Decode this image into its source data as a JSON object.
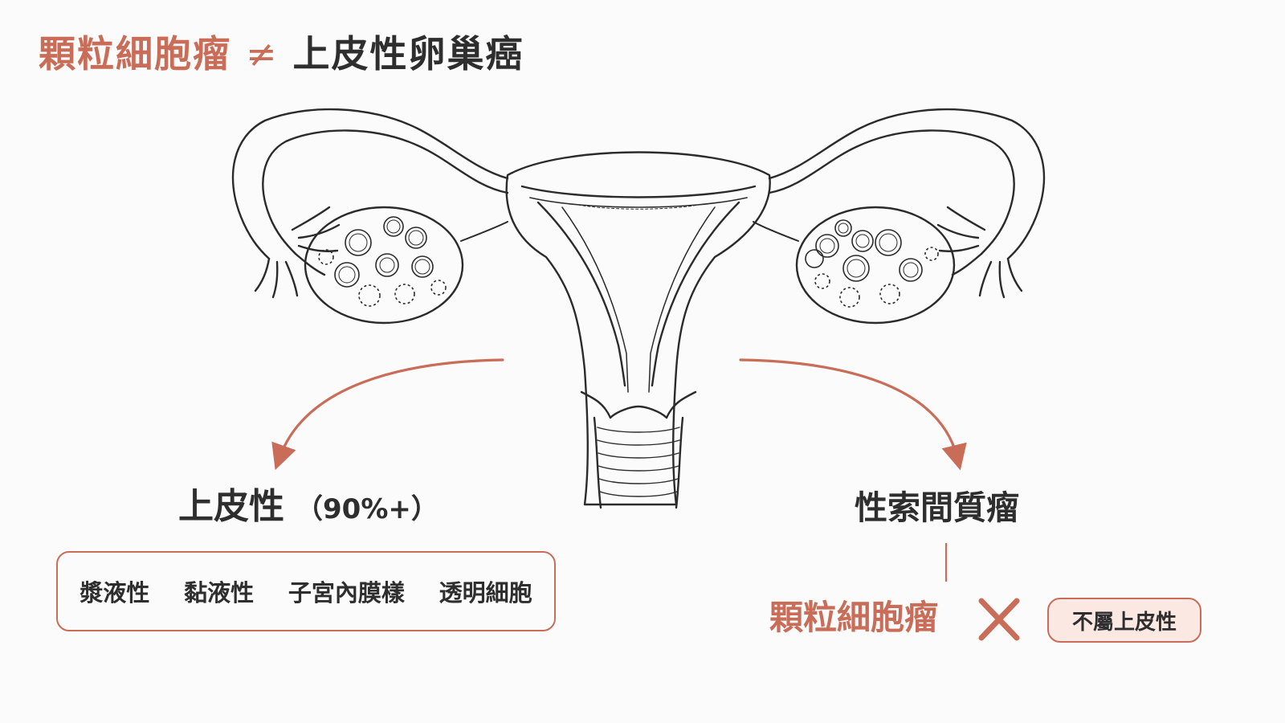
{
  "title": {
    "left": "顆粒細胞瘤",
    "operator": "≠",
    "right": "上皮性卵巢癌"
  },
  "epithelial": {
    "heading": "上皮性",
    "share": "（90%+）",
    "subtypes": [
      "漿液性",
      "黏液性",
      "子宮內膜樣",
      "透明細胞"
    ]
  },
  "sex_cord_stromal": {
    "heading": "性索間質瘤",
    "example": "顆粒細胞瘤",
    "badge": "不屬上皮性"
  },
  "icons": {
    "left_arrow": "curved-arrow-down-left-icon",
    "right_arrow": "curved-arrow-down-right-icon",
    "cross": "cross-mark-icon"
  },
  "colors": {
    "accent": "#c96d58",
    "text": "#2e2e2e",
    "badge_fill": "#fbe8e2",
    "line": "#2b2b2b"
  }
}
